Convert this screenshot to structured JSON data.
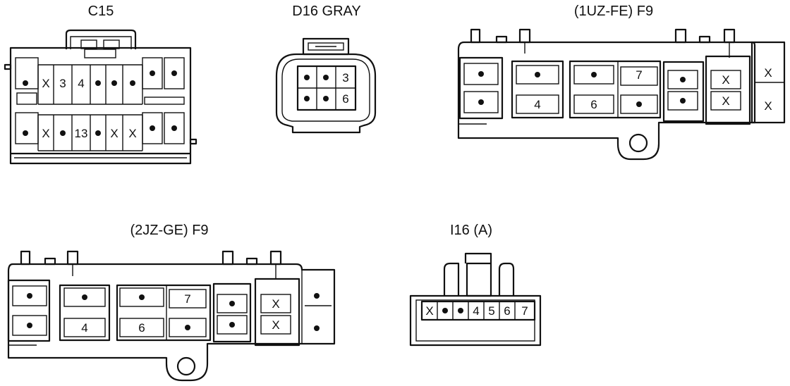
{
  "connectors": {
    "c15": {
      "title": "C15",
      "top_pins": [
        "•",
        "X",
        "3",
        "4",
        "•",
        "•",
        "•"
      ],
      "bottom_pins": [
        "•",
        "X",
        "•",
        "13",
        "•",
        "X",
        "X"
      ],
      "side_pins": [
        "•",
        "•",
        "•",
        "•",
        "•",
        "•",
        "•",
        "•"
      ]
    },
    "d16": {
      "title": "D16 GRAY",
      "pins": [
        "•",
        "•",
        "3",
        "•",
        "•",
        "6"
      ]
    },
    "f9_1uz": {
      "title": "(1UZ-FE)  F9",
      "pins": [
        "•",
        "•",
        "•",
        "4",
        "•",
        "6",
        "7",
        "•",
        "•",
        "•",
        "X",
        "X",
        "X",
        "X"
      ]
    },
    "f9_2jz": {
      "title": "(2JZ-GE)  F9",
      "pins": [
        "•",
        "•",
        "•",
        "4",
        "•",
        "6",
        "7",
        "•",
        "•",
        "•",
        "X",
        "X",
        "•",
        "•"
      ]
    },
    "i16": {
      "title": "I16 (A)",
      "pins": [
        "X",
        "•",
        "•",
        "4",
        "5",
        "6",
        "7"
      ]
    }
  }
}
